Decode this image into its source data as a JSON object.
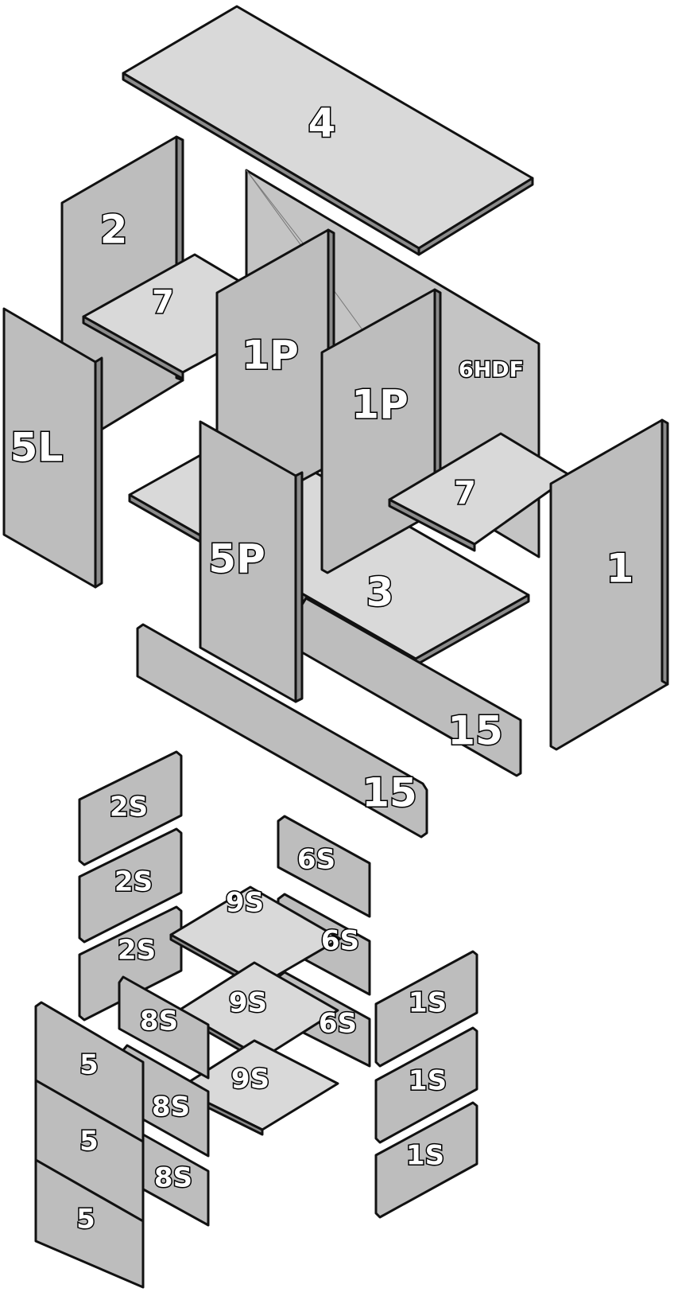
{
  "parts": {
    "p4": "4",
    "p2": "2",
    "p7a": "7",
    "p5L": "5L",
    "p1Pa": "1P",
    "p1Pb": "1P",
    "p6HDF": "6HDF",
    "p7b": "7",
    "p5P": "5P",
    "p3": "3",
    "p1": "1",
    "p15a": "15",
    "p15b": "15",
    "p2Sa": "2S",
    "p2Sb": "2S",
    "p2Sc": "2S",
    "p6Sa": "6S",
    "p6Sb": "6S",
    "p6Sc": "6S",
    "p9Sa": "9S",
    "p9Sb": "9S",
    "p9Sc": "9S",
    "p8Sa": "8S",
    "p8Sb": "8S",
    "p8Sc": "8S",
    "p1Sa": "1S",
    "p1Sb": "1S",
    "p1Sc": "1S",
    "p5a": "5",
    "p5b": "5",
    "p5c": "5"
  }
}
